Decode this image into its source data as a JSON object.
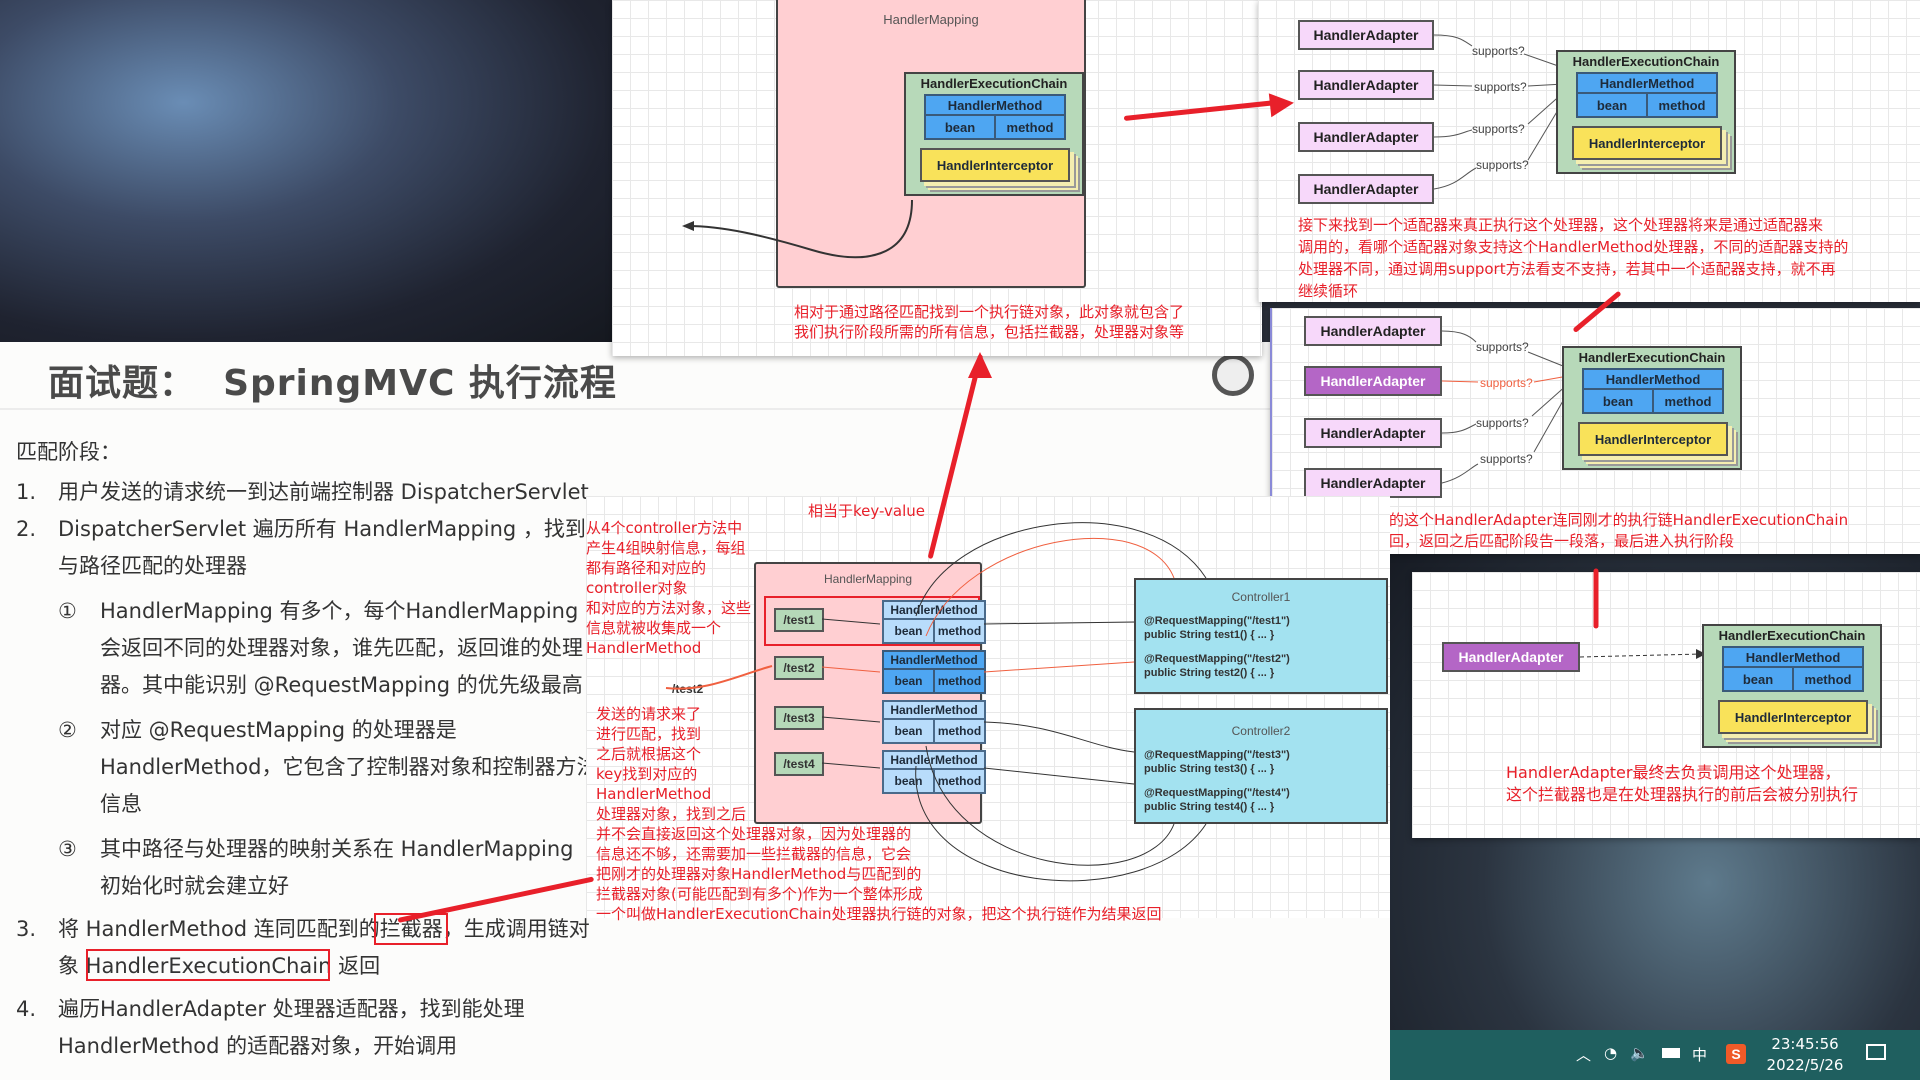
{
  "slide": {
    "title": "面试题：  SpringMVC 执行流程",
    "section": "匹配阶段：",
    "items": [
      {
        "num": "1.",
        "lines": [
          "用户发送的请求统一到达前端控制器 DispatcherServlet"
        ]
      },
      {
        "num": "2.",
        "lines": [
          "DispatcherServlet 遍历所有 HandlerMapping ，找到",
          "与路径匹配的处理器"
        ]
      },
      {
        "num": "①",
        "lines": [
          "HandlerMapping 有多个，每个HandlerMapping",
          "会返回不同的处理器对象，谁先匹配，返回谁的处理",
          "器。其中能识别 @RequestMapping 的优先级最高"
        ]
      },
      {
        "num": "②",
        "lines": [
          "对应 @RequestMapping 的处理器是",
          "HandlerMethod，它包含了控制器对象和控制器方法",
          "信息"
        ]
      },
      {
        "num": "③",
        "lines": [
          "其中路径与处理器的映射关系在 HandlerMapping",
          "初始化时就会建立好"
        ]
      },
      {
        "num": "3.",
        "lines": [
          "将 HandlerMethod 连同匹配到的拦截器，生成调用链对",
          "象 HandlerExecutionChain 返回"
        ]
      },
      {
        "num": "4.",
        "lines": [
          "遍历HandlerAdapter 处理器适配器，找到能处理",
          "HandlerMethod 的适配器对象，开始调用"
        ]
      }
    ],
    "highlight_interceptor": "拦截器",
    "highlight_chain": "HandlerExecutionChain"
  },
  "diagram1": {
    "mapping_label": "HandlerMapping",
    "chain_label": "HandlerExecutionChain",
    "method_label": "HandlerMethod",
    "bean": "bean",
    "method": "method",
    "interceptor": "HandlerInterceptor",
    "note": [
      "相对于通过路径匹配找到一个执行链对象，此对象就包含了",
      "我们执行阶段所需的所有信息，包括拦截器，处理器对象等"
    ]
  },
  "diagram2": {
    "adapters": [
      "HandlerAdapter",
      "HandlerAdapter",
      "HandlerAdapter",
      "HandlerAdapter"
    ],
    "supports": [
      "supports?",
      "supports?",
      "supports?",
      "supports?"
    ],
    "chain_label": "HandlerExecutionChain",
    "method_label": "HandlerMethod",
    "bean": "bean",
    "method": "method",
    "interceptor": "HandlerInterceptor",
    "note": [
      "接下来找到一个适配器来真正执行这个处理器，这个处理器将来是通过适配器来",
      "调用的，看哪个适配器对象支持这个HandlerMethod处理器，不同的适配器支持的",
      "处理器不同，通过调用support方法看支不支持，若其中一个适配器支持，就不再",
      "继续循环"
    ]
  },
  "diagram3": {
    "adapters": [
      "HandlerAdapter",
      "HandlerAdapter",
      "HandlerAdapter",
      "HandlerAdapter"
    ],
    "supports": [
      "supports?",
      "supports?",
      "supports?",
      "supports?"
    ],
    "chain_label": "HandlerExecutionChain",
    "method_label": "HandlerMethod",
    "bean": "bean",
    "method": "method",
    "interceptor": "HandlerInterceptor",
    "note": [
      "此时直接把找到的这个HandlerAdapter连同刚才的执行链HandlerExecutionChain",
      "对象作为结果返回，返回之后匹配阶段告一段落，最后进入执行阶段"
    ]
  },
  "diagram4": {
    "adapter": "HandlerAdapter",
    "chain_label": "HandlerExecutionChain",
    "method_label": "HandlerMethod",
    "bean": "bean",
    "method": "method",
    "interceptor": "HandlerInterceptor",
    "note": [
      "HandlerAdapter最终去负责调用这个处理器，",
      "这个拦截器也是在处理器执行的前后会被分别执行"
    ]
  },
  "diagram5": {
    "kv_note": "相当于key-value",
    "left_note": [
      "从4个controller方法中",
      "产生4组映射信息，每组",
      "都有路径和对应的",
      "controller对象",
      "和对应的方法对象，这些",
      "信息就被收集成一个",
      "HandlerMethod"
    ],
    "req_label": "/test2",
    "req_note": [
      "发送的请求来了",
      "进行匹配，找到",
      "之后就根据这个",
      "key找到对应的",
      "HandlerMethod",
      "处理器对象，找到之后",
      "并不会直接返回这个处理器对象，因为处理器的",
      "信息还不够，还需要加一些拦截器的信息，它会",
      "把刚才的处理器对象HandlerMethod与匹配到的",
      "拦截器对象(可能匹配到有多个)作为一个整体形成",
      "一个叫做HandlerExecutionChain处理器执行链的对象，把这个执行链作为结果返回"
    ],
    "mapping_label": "HandlerMapping",
    "paths": [
      "/test1",
      "/test2",
      "/test3",
      "/test4"
    ],
    "method_label": "HandlerMethod",
    "bean": "bean",
    "method": "method",
    "controllers": [
      {
        "name": "Controller1",
        "methods": [
          [
            "@RequestMapping(\"/test1\")",
            "public String test1() { ... }"
          ],
          [
            "@RequestMapping(\"/test2\")",
            "public String test2() { ... }"
          ]
        ]
      },
      {
        "name": "Controller2",
        "methods": [
          [
            "@RequestMapping(\"/test3\")",
            "public String test3() { ... }"
          ],
          [
            "@RequestMapping(\"/test4\")",
            "public String test4() { ... }"
          ]
        ]
      }
    ]
  },
  "taskbar": {
    "time": "23:45:56",
    "date": "2022/5/26",
    "ime": "中",
    "sogou": "S"
  },
  "colors": {
    "annotation_red": "#e8202a",
    "taskbar": "#1f5f5f"
  }
}
